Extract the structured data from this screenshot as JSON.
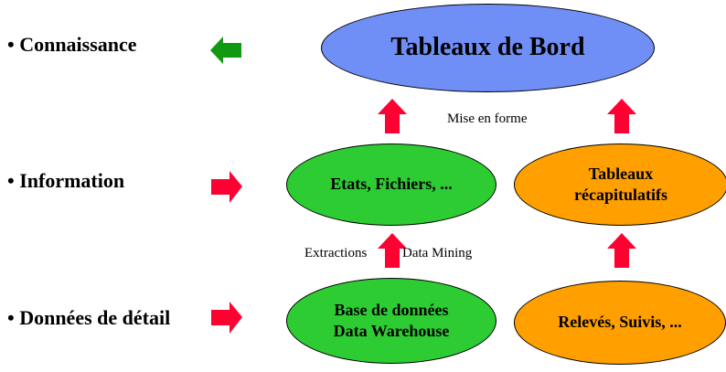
{
  "levels": [
    {
      "label": "• Connaissance"
    },
    {
      "label": "• Information"
    },
    {
      "label": "• Données de détail"
    }
  ],
  "nodes": {
    "top": {
      "label": "Tableaux de Bord",
      "color": "#6f8ff7"
    },
    "etats": {
      "label": "Etats, Fichiers, ...",
      "color": "#2ecc33"
    },
    "tableaux_recap": {
      "label": "Tableaux\nrécapitulatifs",
      "color": "#ff9f00"
    },
    "base": {
      "label": "Base de données\nData Warehouse",
      "color": "#2ecc33"
    },
    "releves": {
      "label": "Relevés, Suivis,  ...",
      "color": "#ff9f00"
    }
  },
  "edge_labels": {
    "mise_en_forme": "Mise en forme",
    "extractions": "Extractions",
    "data_mining": "Data Mining"
  },
  "colors": {
    "arrow_red": "#ff0033",
    "arrow_green": "#129912"
  }
}
